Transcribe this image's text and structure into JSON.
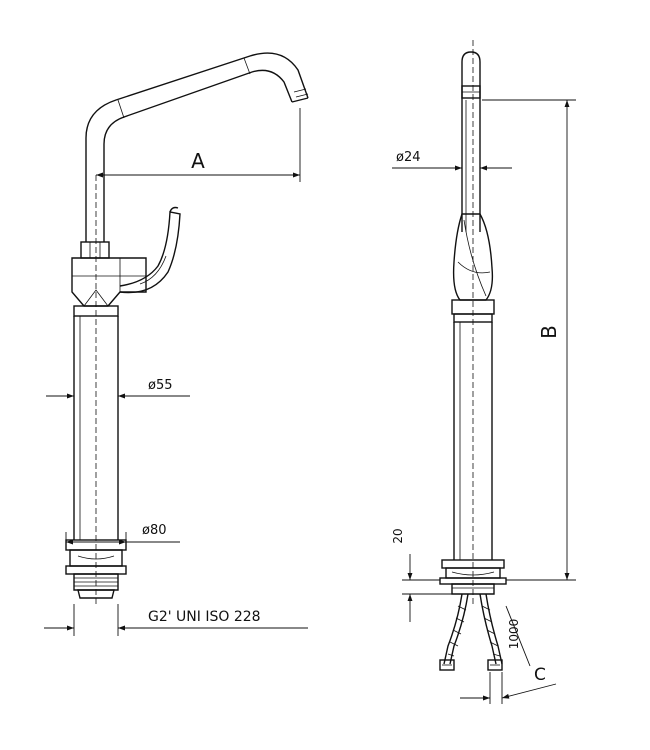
{
  "diagram": {
    "front_view": {
      "dim_reach": "A",
      "dim_body_diameter": "ø55",
      "dim_base_diameter": "ø80",
      "dim_thread": "G2' UNI ISO 228"
    },
    "side_view": {
      "dim_spout_diameter": "ø24",
      "dim_height": "B",
      "dim_base_height": "20",
      "dim_hose_length": "1000",
      "dim_hose_offset": "C"
    }
  }
}
